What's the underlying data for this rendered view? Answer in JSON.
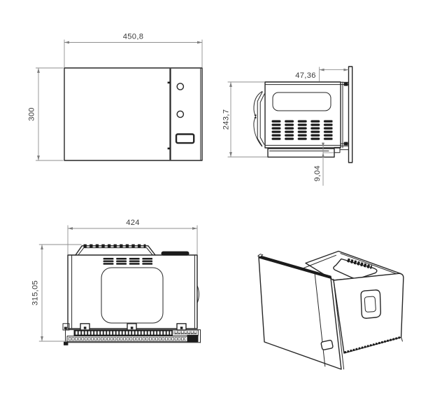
{
  "drawing": {
    "views": [
      "front-elevation",
      "side-section",
      "top-plan",
      "isometric"
    ]
  },
  "dimensions": {
    "front": {
      "width": "450,8",
      "height": "300"
    },
    "side": {
      "trim_depth": "47,36",
      "height": "243,7",
      "base": "9,04"
    },
    "top": {
      "width": "424",
      "depth": "315,05"
    }
  },
  "colors": {
    "line": "#262626",
    "dim": "#8f8f8f",
    "text": "#3c3c3c",
    "dark": "#1b1b1b",
    "background": "#ffffff"
  }
}
